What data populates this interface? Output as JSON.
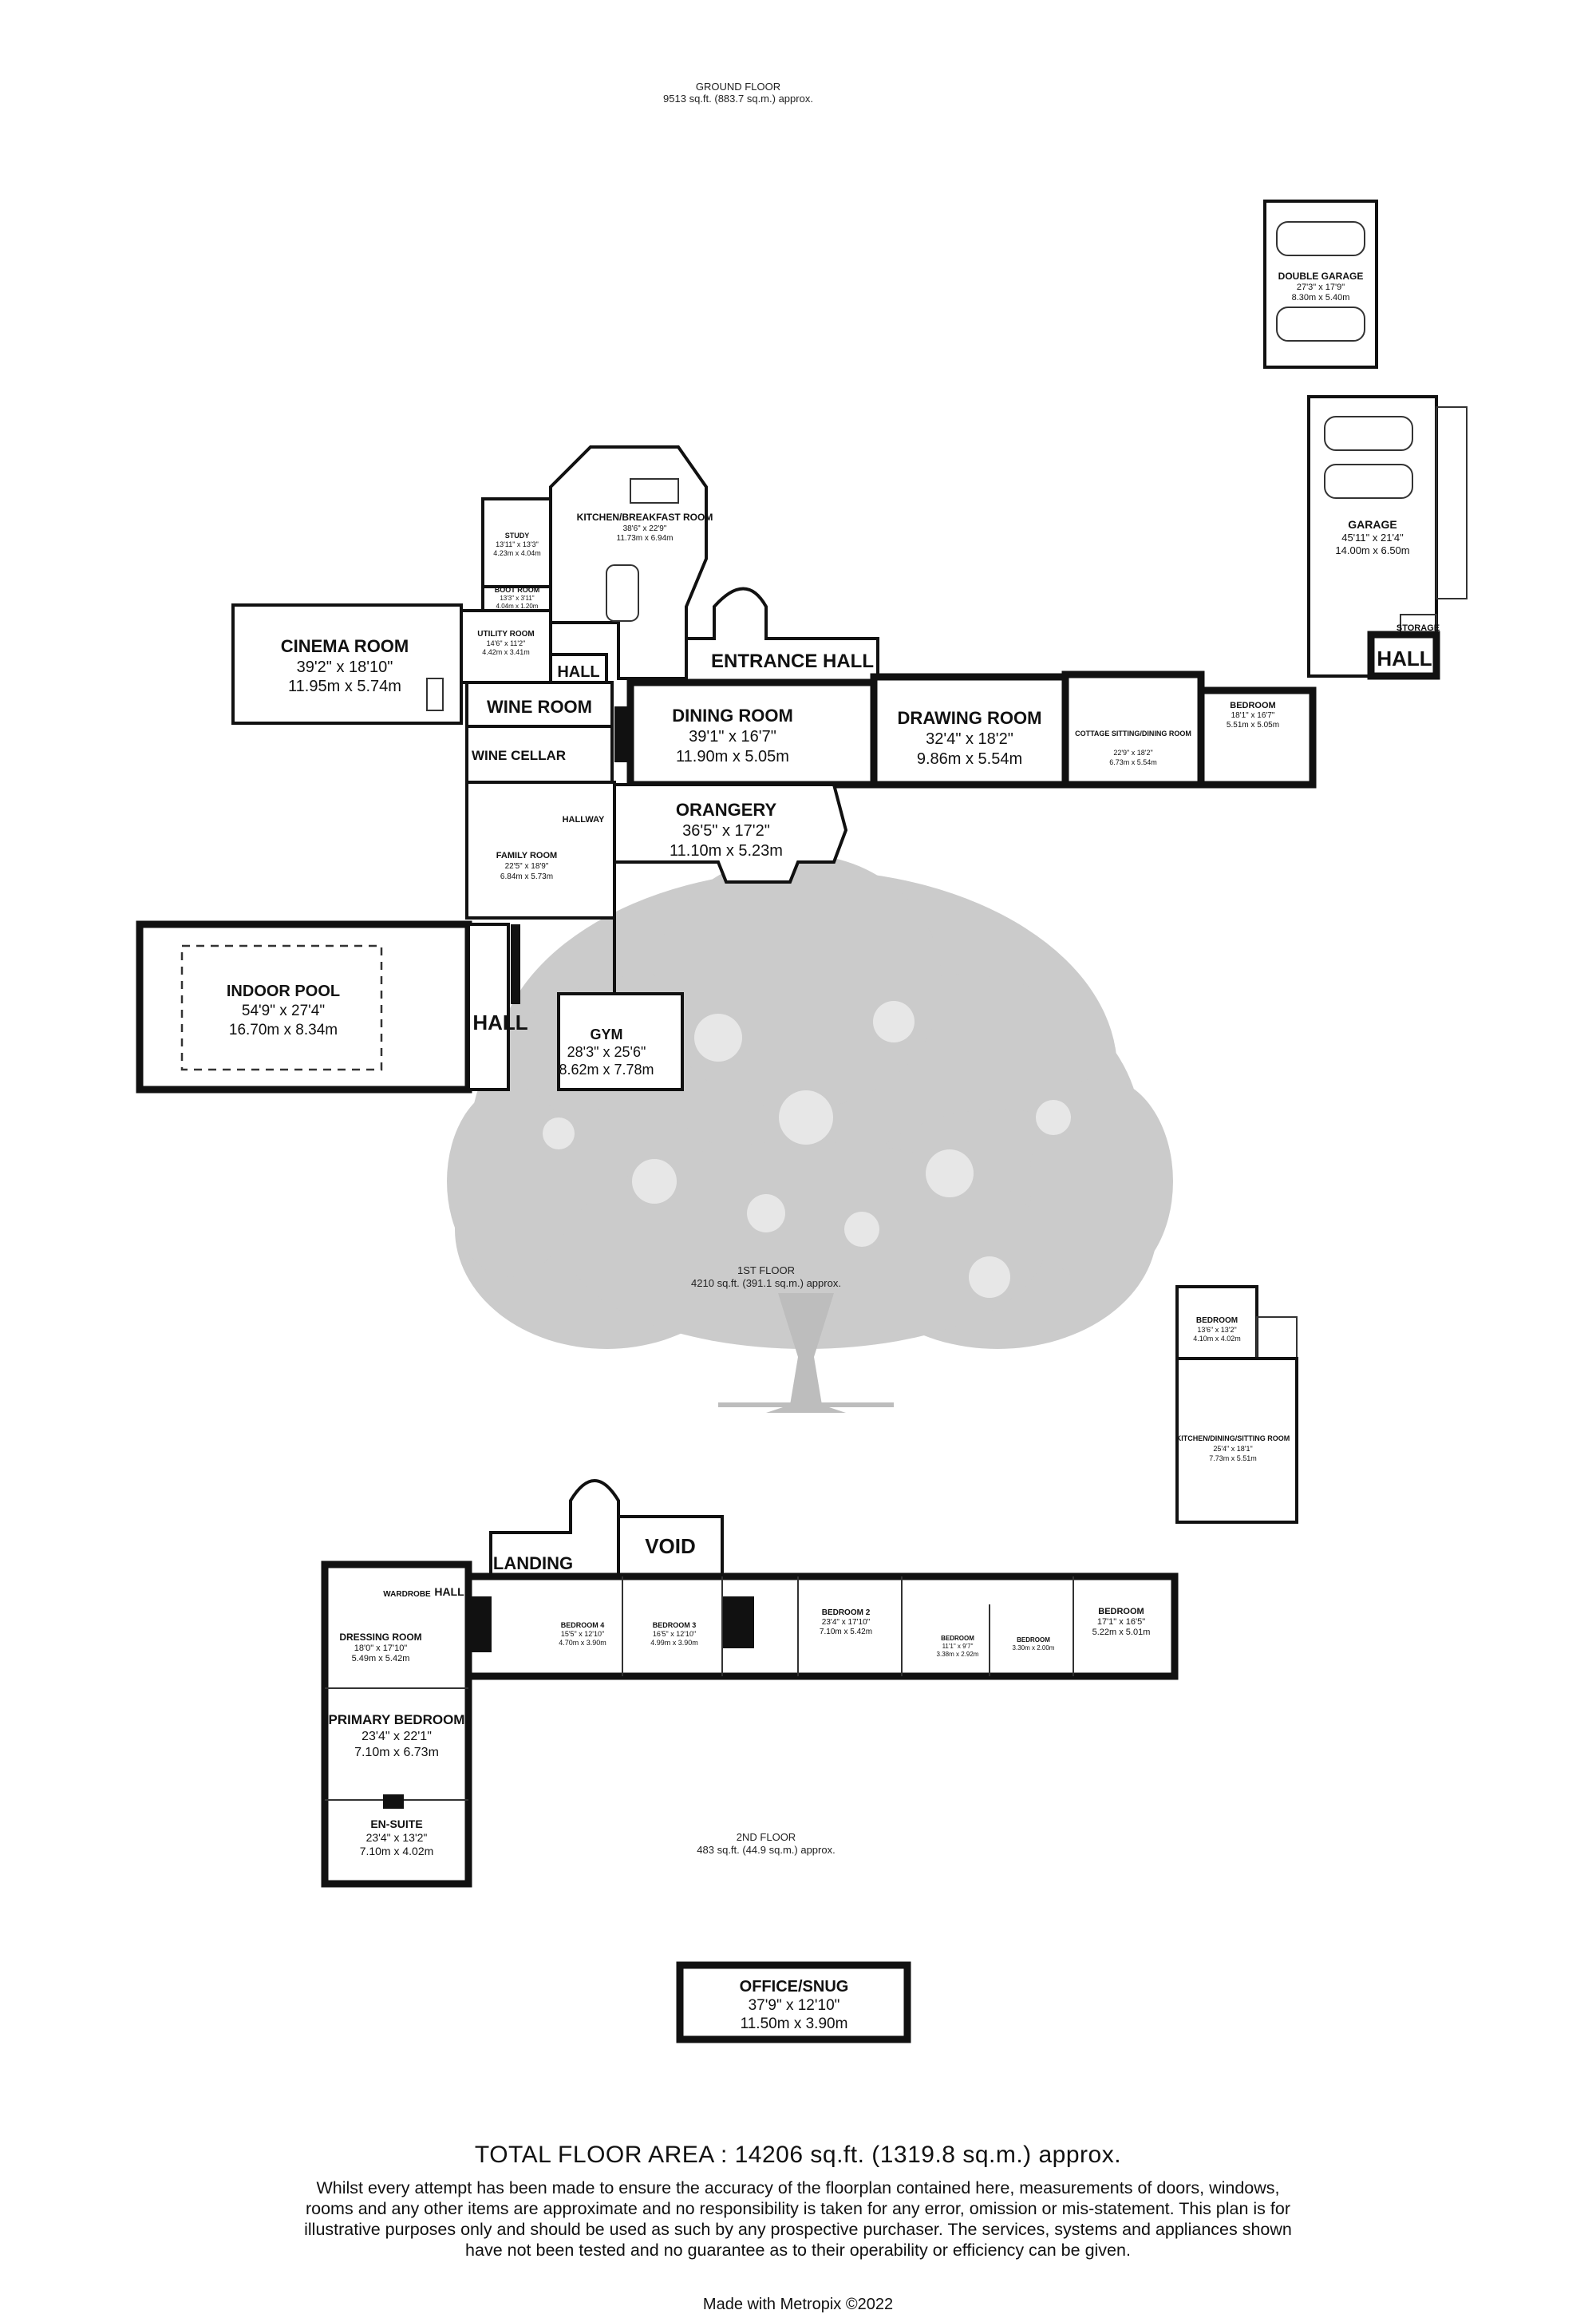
{
  "floors": {
    "ground": {
      "title": "GROUND FLOOR",
      "area": "9513 sq.ft. (883.7 sq.m.) approx."
    },
    "first": {
      "title": "1ST FLOOR",
      "area": "4210 sq.ft. (391.1 sq.m.) approx."
    },
    "second": {
      "title": "2ND FLOOR",
      "area": "483 sq.ft. (44.9 sq.m.) approx."
    }
  },
  "rooms": {
    "double_garage": {
      "name": "DOUBLE GARAGE",
      "imperial": "27'3\" x 17'9\"",
      "metric": "8.30m x 5.40m"
    },
    "garage": {
      "name": "GARAGE",
      "imperial": "45'11\" x 21'4\"",
      "metric": "14.00m x 6.50m"
    },
    "garage_hall": {
      "name": "HALL"
    },
    "storage": {
      "name": "STORAGE"
    },
    "kitchen": {
      "name": "KITCHEN/BREAKFAST ROOM",
      "imperial": "38'6\" x 22'9\"",
      "metric": "11.73m x 6.94m"
    },
    "study": {
      "name": "STUDY",
      "imperial": "13'11\" x 13'3\"",
      "metric": "4.23m x 4.04m"
    },
    "boot_room": {
      "name": "BOOT ROOM",
      "imperial": "13'3\" x 3'11\"",
      "metric": "4.04m x 1.20m"
    },
    "utility": {
      "name": "UTILITY ROOM",
      "imperial": "14'6\" x 11'2\"",
      "metric": "4.42m x 3.41m"
    },
    "cinema": {
      "name": "CINEMA ROOM",
      "imperial": "39'2\" x 18'10\"",
      "metric": "11.95m x 5.74m"
    },
    "hall_small": {
      "name": "HALL"
    },
    "entrance_hall": {
      "name": "ENTRANCE HALL"
    },
    "wine_room": {
      "name": "WINE ROOM"
    },
    "wine_cellar": {
      "name": "WINE CELLAR"
    },
    "dining": {
      "name": "DINING ROOM",
      "imperial": "39'1\" x 16'7\"",
      "metric": "11.90m x 5.05m"
    },
    "drawing": {
      "name": "DRAWING ROOM",
      "imperial": "32'4\" x 18'2\"",
      "metric": "9.86m x 5.54m"
    },
    "cottage": {
      "name": "COTTAGE SITTING/DINING ROOM",
      "imperial": "22'9\" x 18'2\"",
      "metric": "6.73m x 5.54m"
    },
    "cottage_bedroom": {
      "name": "BEDROOM",
      "imperial": "18'1\" x 16'7\"",
      "metric": "5.51m x 5.05m"
    },
    "hallway": {
      "name": "HALLWAY"
    },
    "orangery": {
      "name": "ORANGERY",
      "imperial": "36'5\" x 17'2\"",
      "metric": "11.10m x 5.23m"
    },
    "family": {
      "name": "FAMILY ROOM",
      "imperial": "22'5\" x 18'9\"",
      "metric": "6.84m x 5.73m"
    },
    "pool": {
      "name": "INDOOR POOL",
      "imperial": "54'9\" x 27'4\"",
      "metric": "16.70m x 8.34m"
    },
    "pool_hall": {
      "name": "HALL"
    },
    "gym": {
      "name": "GYM",
      "imperial": "28'3\" x 25'6\"",
      "metric": "8.62m x 7.78m"
    },
    "annex_bedroom": {
      "name": "BEDROOM",
      "imperial": "13'6\" x 13'2\"",
      "metric": "4.10m x 4.02m"
    },
    "annex_kitchen": {
      "name": "KITCHEN/DINING/SITTING ROOM",
      "imperial": "25'4\" x 18'1\"",
      "metric": "7.73m x 5.51m"
    },
    "landing": {
      "name": "LANDING"
    },
    "void": {
      "name": "VOID"
    },
    "hall_first": {
      "name": "HALL"
    },
    "wardrobe": {
      "name": "WARDROBE"
    },
    "dressing": {
      "name": "DRESSING ROOM",
      "imperial": "18'0\" x 17'10\"",
      "metric": "5.49m x 5.42m"
    },
    "primary": {
      "name": "PRIMARY BEDROOM",
      "imperial": "23'4\" x 22'1\"",
      "metric": "7.10m x 6.73m"
    },
    "ensuite": {
      "name": "EN-SUITE",
      "imperial": "23'4\" x 13'2\"",
      "metric": "7.10m x 4.02m"
    },
    "bedroom4": {
      "name": "BEDROOM 4",
      "imperial": "15'5\" x 12'10\"",
      "metric": "4.70m x 3.90m"
    },
    "bedroom3": {
      "name": "BEDROOM 3",
      "imperial": "16'5\" x 12'10\"",
      "metric": "4.99m x 3.90m"
    },
    "bedroom2": {
      "name": "BEDROOM 2",
      "imperial": "23'4\" x 17'10\"",
      "metric": "7.10m x 5.42m"
    },
    "bedroom_a": {
      "name": "BEDROOM",
      "imperial": "11'1\" x 9'7\"",
      "metric": "3.38m x 2.92m"
    },
    "bedroom_b": {
      "name": "BEDROOM",
      "imperial": "",
      "metric": "3.30m x 2.00m"
    },
    "bedroom_c": {
      "name": "BEDROOM",
      "imperial": "17'1\" x 16'5\"",
      "metric": "5.22m x 5.01m"
    },
    "office": {
      "name": "OFFICE/SNUG",
      "imperial": "37'9\" x 12'10\"",
      "metric": "11.50m x 3.90m"
    }
  },
  "footer": {
    "total": "TOTAL FLOOR AREA : 14206 sq.ft. (1319.8 sq.m.) approx.",
    "disclaimer": "Whilst every attempt has been made to ensure the accuracy of the floorplan contained here, measurements of doors, windows, rooms and any other items are approximate and no responsibility is taken for any error, omission or mis-statement. This plan is for illustrative purposes only and should be used as such by any prospective purchaser. The services, systems and appliances shown have not been tested and no guarantee as to their operability or efficiency can be given.",
    "credit": "Made with Metropix ©2022"
  },
  "colors": {
    "wall": "#111111",
    "tree": "#c9c9c9",
    "background": "#ffffff"
  }
}
